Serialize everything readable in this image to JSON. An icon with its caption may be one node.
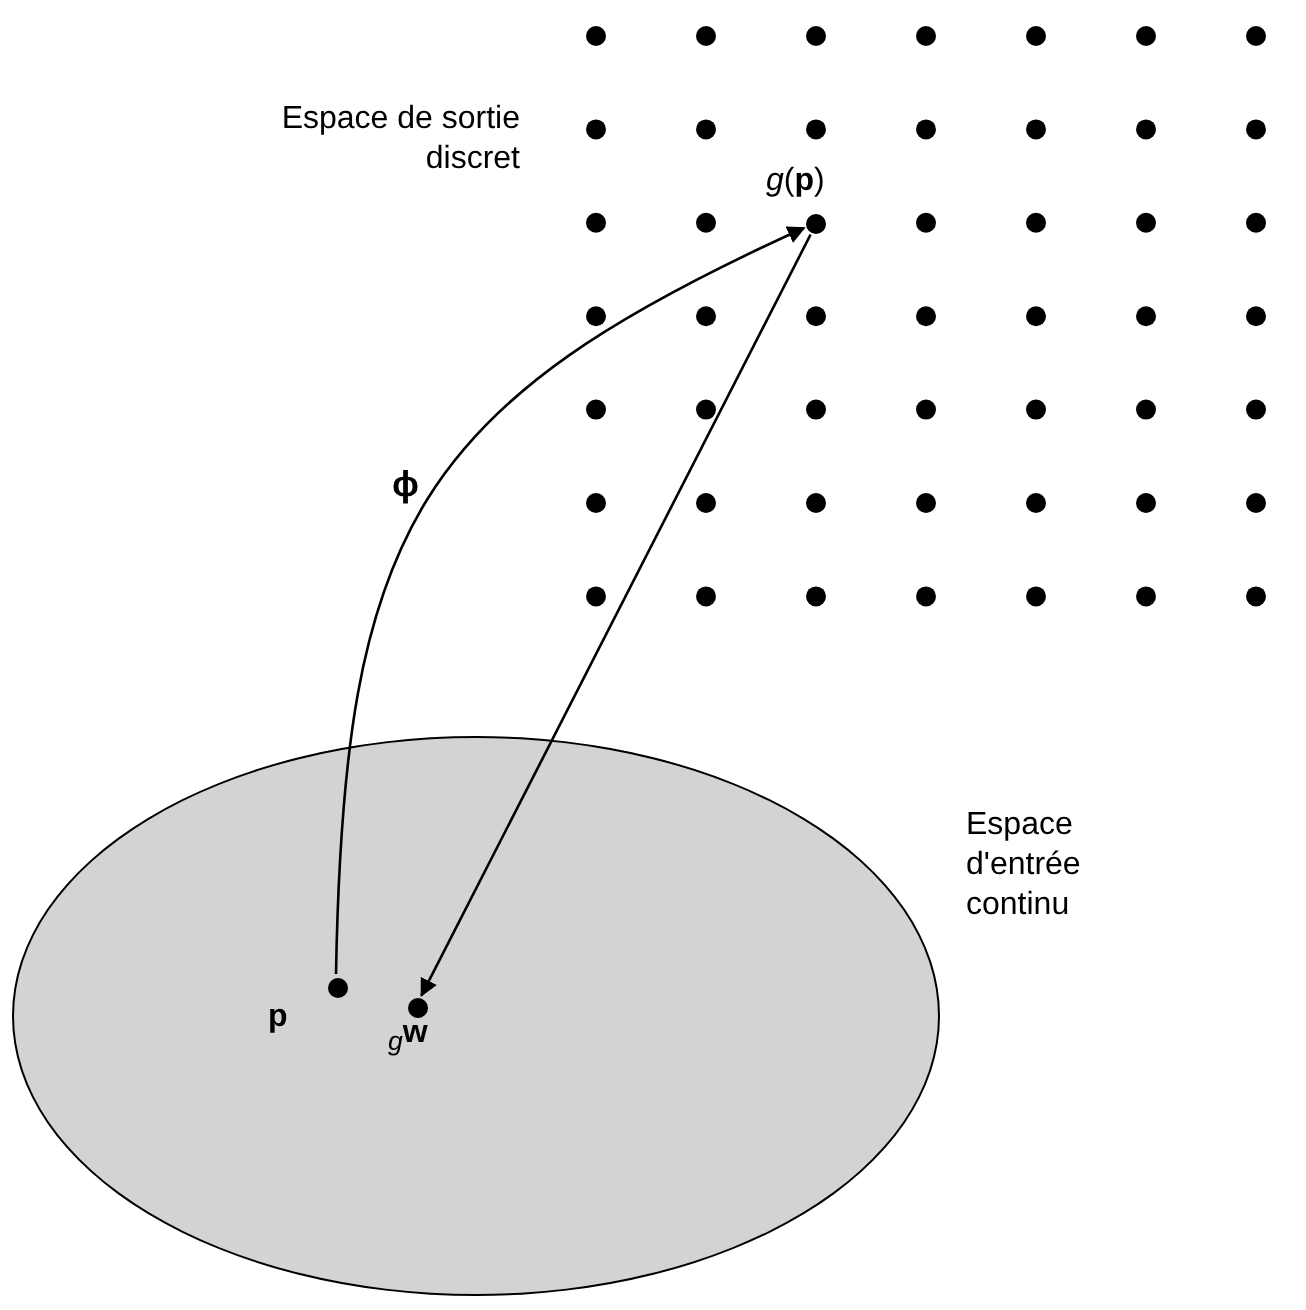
{
  "diagram": {
    "nodes": [
      {
        "text": [],
        "shape": "ellipse",
        "beside": [
          "Espace d'entrée continu"
        ]
      },
      {
        "text": [],
        "shape": "grid",
        "beside": [
          "Espace de sortie discret"
        ]
      },
      {
        "text": [],
        "shape": "dot",
        "beside": [
          "**p**"
        ],
        "in": 0
      },
      {
        "text": [],
        "shape": "dot",
        "beside": [
          "*g*(**p**)"
        ],
        "in": 1
      },
      {
        "text": [],
        "shape": "dot",
        "beside": [
          "$_{g}$**w**"
        ],
        "in": 0
      }
    ],
    "edges": [
      {
        "from": 2,
        "to": 3,
        "arrow": "to",
        "label": "ϕ"
      },
      {
        "from": 3,
        "to": 4,
        "arrow": "to"
      }
    ]
  }
}
